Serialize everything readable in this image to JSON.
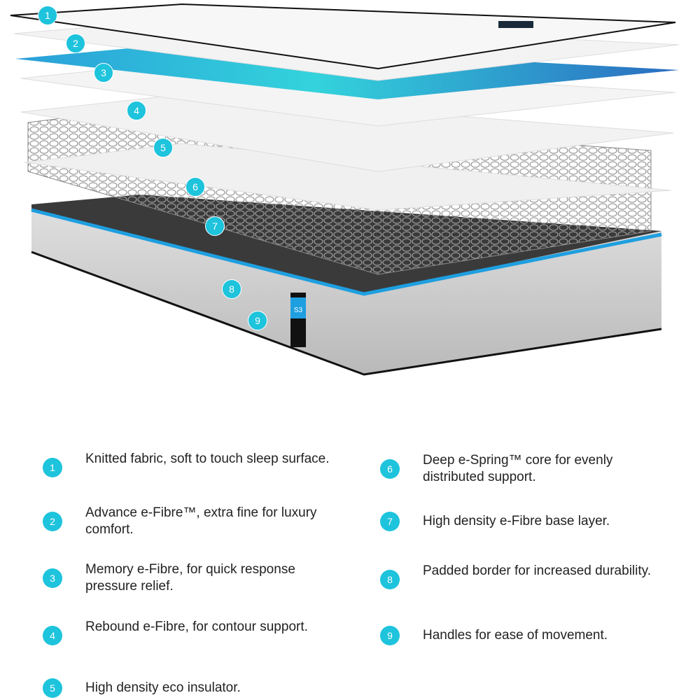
{
  "accent_color": "#1ec3dc",
  "markers": [
    "1",
    "2",
    "3",
    "4",
    "5",
    "6",
    "7",
    "8",
    "9"
  ],
  "product_label": {
    "model": "S3"
  },
  "legend": [
    {
      "num": "1",
      "text": "Knitted fabric, soft to touch sleep surface."
    },
    {
      "num": "2",
      "text": "Advance e-Fibre™, extra fine for luxury comfort."
    },
    {
      "num": "3",
      "text": "Memory e-Fibre, for quick response pressure relief."
    },
    {
      "num": "4",
      "text": "Rebound e-Fibre, for contour support."
    },
    {
      "num": "5",
      "text": "High density eco insulator."
    },
    {
      "num": "6",
      "text": "Deep e-Spring™ core for evenly distributed support."
    },
    {
      "num": "7",
      "text": "High density e-Fibre base layer."
    },
    {
      "num": "8",
      "text": "Padded border for increased durability."
    },
    {
      "num": "9",
      "text": "Handles for ease of movement."
    }
  ]
}
